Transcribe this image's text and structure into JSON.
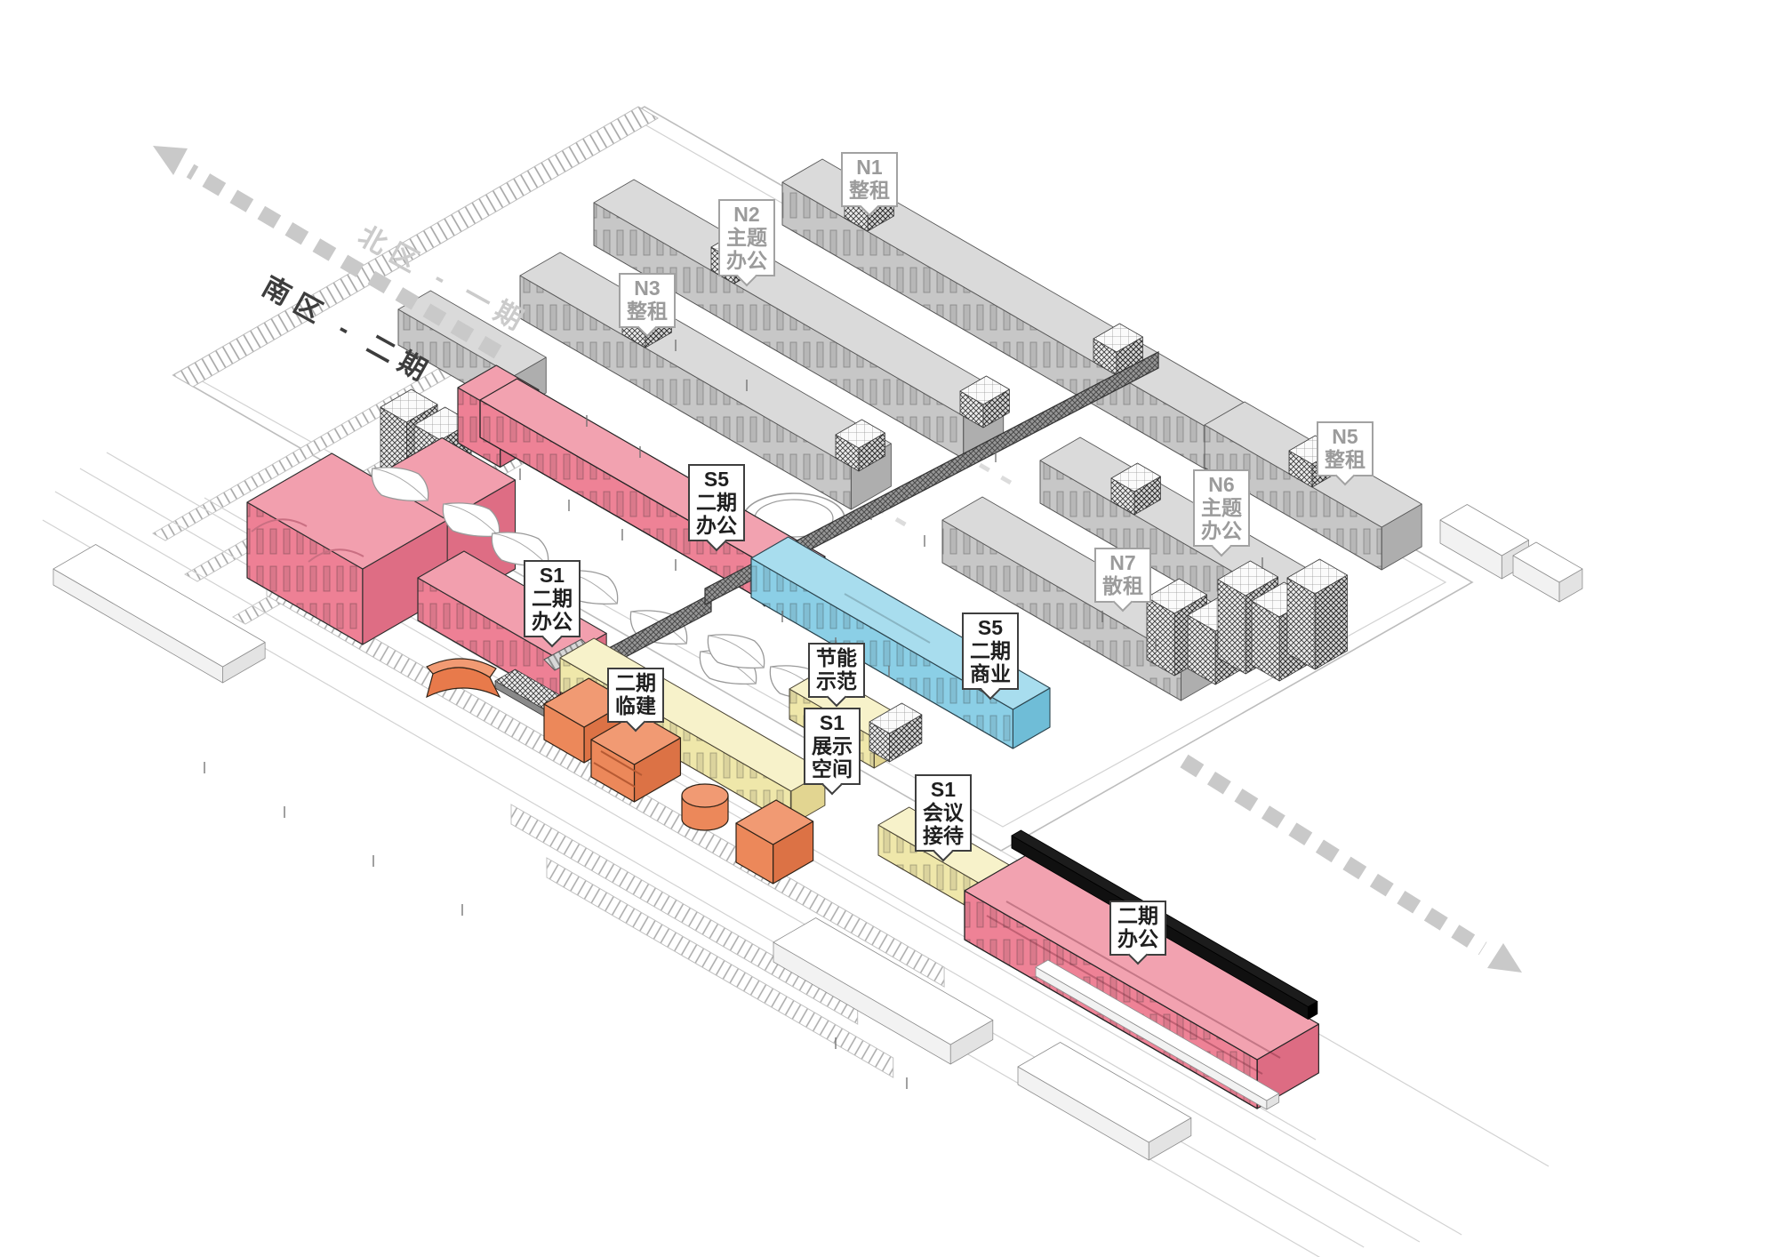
{
  "diagram": {
    "type": "axonometric-site-plan",
    "zone_tags": {
      "north": "北区 - 一期",
      "south": "南区 - 二期"
    },
    "building_labels": {
      "n1": {
        "lines": [
          "N1",
          "整租"
        ]
      },
      "n2": {
        "lines": [
          "N2",
          "主题",
          "办公"
        ]
      },
      "n3": {
        "lines": [
          "N3",
          "整租"
        ]
      },
      "n5": {
        "lines": [
          "N5",
          "整租"
        ]
      },
      "n6": {
        "lines": [
          "N6",
          "主题",
          "办公"
        ]
      },
      "n7": {
        "lines": [
          "N7",
          "散租"
        ]
      },
      "s5_office": {
        "lines": [
          "S5",
          "二期",
          "办公"
        ]
      },
      "s1_office": {
        "lines": [
          "S1",
          "二期",
          "办公"
        ]
      },
      "s5_retail": {
        "lines": [
          "S5",
          "二期",
          "商业"
        ]
      },
      "energy_demo": {
        "lines": [
          "节能",
          "示范"
        ]
      },
      "s1_exhibit": {
        "lines": [
          "S1",
          "展示",
          "空间"
        ]
      },
      "phase2_temp": {
        "lines": [
          "二期",
          "临建"
        ]
      },
      "s1_meeting": {
        "lines": [
          "S1",
          "会议",
          "接待"
        ]
      },
      "phase2_office_south": {
        "lines": [
          "二期",
          "办公"
        ]
      }
    },
    "legend_colors": {
      "phase1_existing_gray": "#dadada",
      "phase2_office_pink": "#ee8296",
      "phase2_retail_blue": "#8bcfe6",
      "phase2_exhibition_yellow": "#efe7aa",
      "phase2_temporary_orange": "#ec885a"
    }
  }
}
